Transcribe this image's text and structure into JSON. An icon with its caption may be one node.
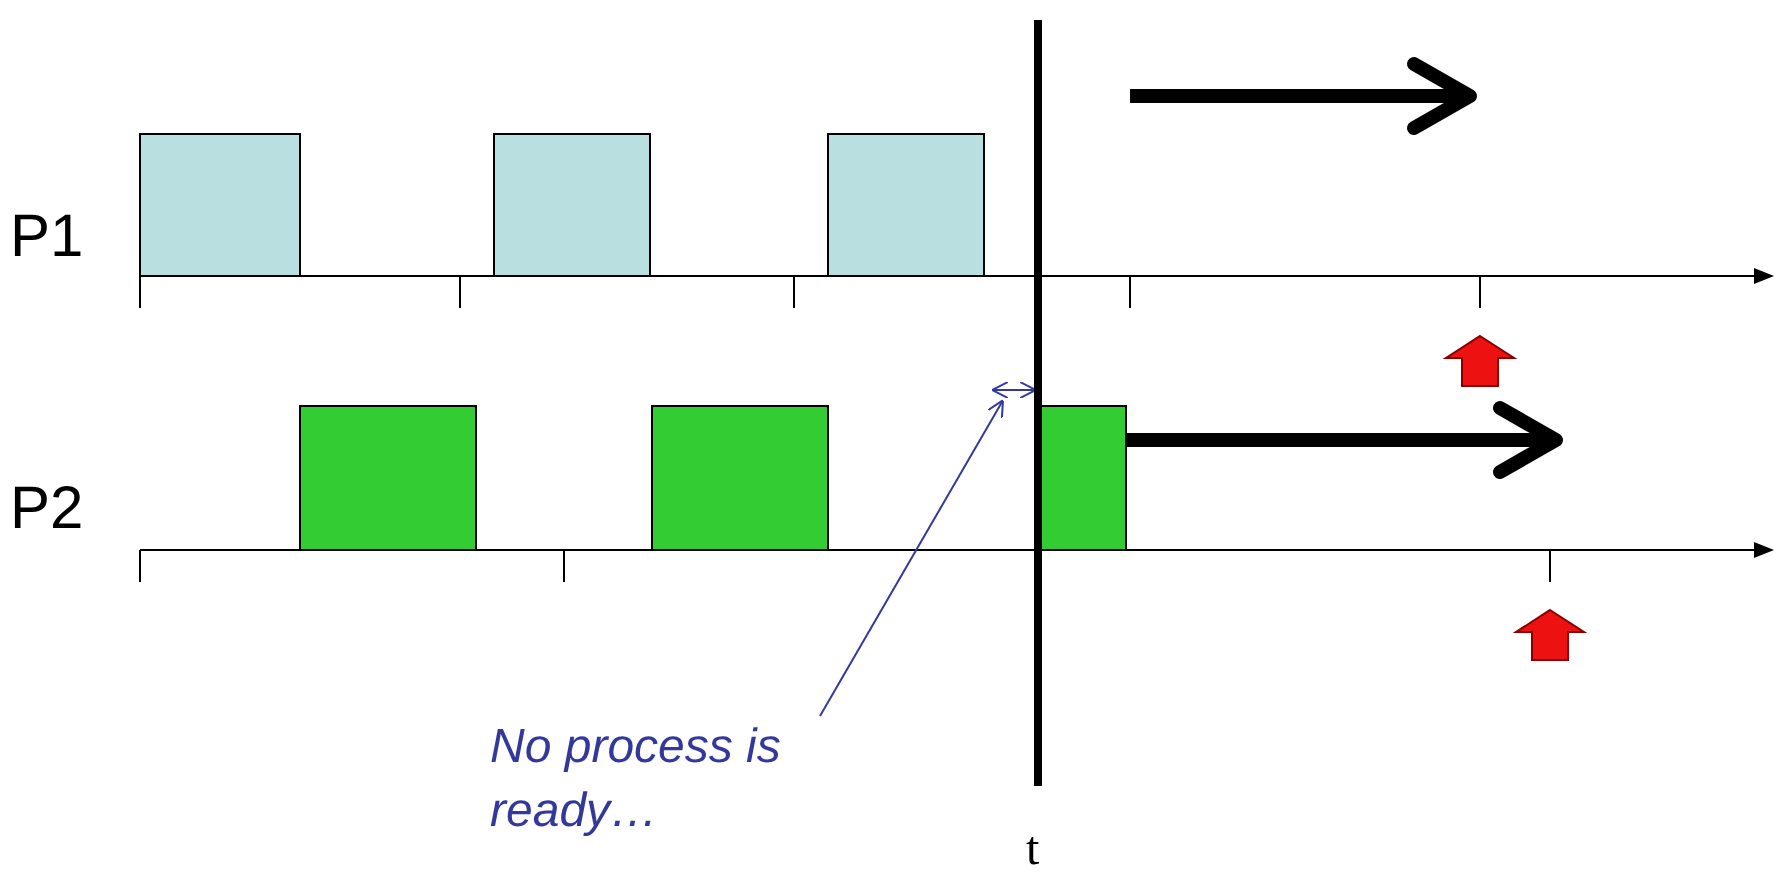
{
  "diagram": {
    "nodes": [
      {
        "text": [],
        "shape": "box"
      },
      {
        "text": [],
        "shape": "box"
      },
      {
        "text": [],
        "shape": "box"
      },
      {
        "text": [],
        "shape": "box"
      },
      {
        "text": [],
        "shape": "box"
      },
      {
        "text": [],
        "shape": "box"
      },
      {
        "text": [
          "No process is ready…"
        ]
      },
      {
        "text": [],
        "shape": "arrow"
      }
    ],
    "edges": [
      {
        "from": 6,
        "to": 7,
        "arrow": "to"
      }
    ],
    "labels": [
      "P1",
      "P2",
      "t"
    ]
  }
}
